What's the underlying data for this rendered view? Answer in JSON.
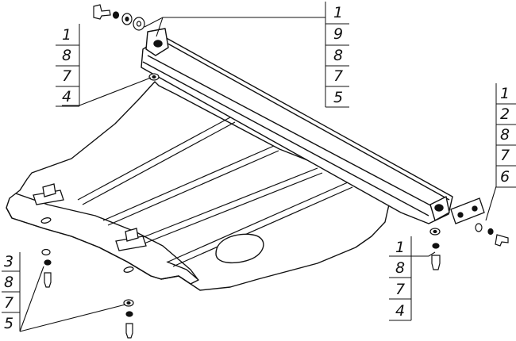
{
  "callouts": {
    "top_bolt": [
      "1",
      "9",
      "8",
      "7",
      "5"
    ],
    "upper_left": [
      "1",
      "8",
      "7",
      "4"
    ],
    "right_side": [
      "1",
      "2",
      "8",
      "7",
      "6"
    ],
    "center_bolt": [
      "1",
      "8",
      "7",
      "4"
    ],
    "lower_left": [
      "3",
      "8",
      "7",
      "5"
    ]
  },
  "colors": {
    "line": "#111111",
    "background": "#ffffff"
  }
}
